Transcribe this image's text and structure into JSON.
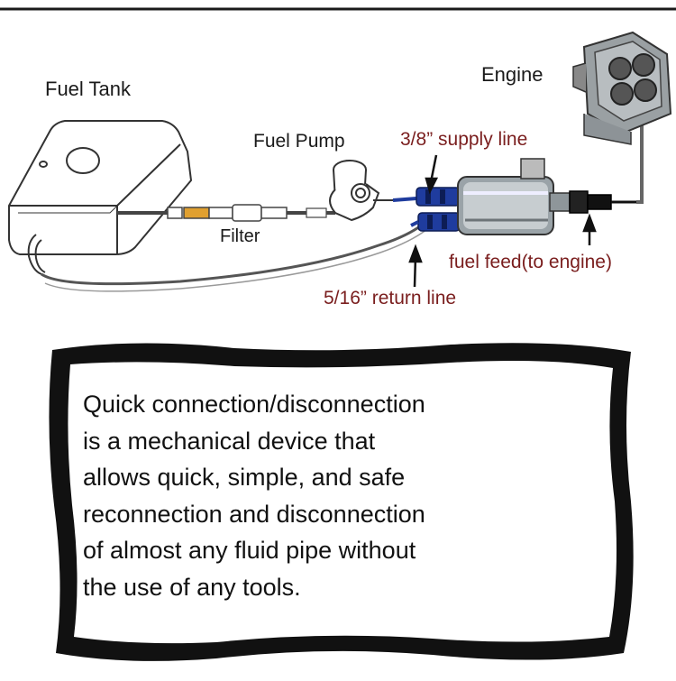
{
  "colors": {
    "label_red": "#7a1e1e",
    "hose_blue": "#1f3c9e",
    "box_border": "#111111",
    "filter_orange": "#e0a030"
  },
  "labels": {
    "engine": "Engine",
    "fuel_tank": "Fuel Tank",
    "fuel_pump": "Fuel Pump",
    "supply_line": "3/8” supply line",
    "filter": "Filter",
    "fuel_feed": "fuel feed(to engine)",
    "return_line": "5/16” return line"
  },
  "note": {
    "lines": [
      "Quick connection/disconnection",
      "is a mechanical device that",
      "allows quick, simple, and safe",
      "reconnection and disconnection",
      "of almost any fluid pipe without",
      "the use of any tools."
    ]
  }
}
